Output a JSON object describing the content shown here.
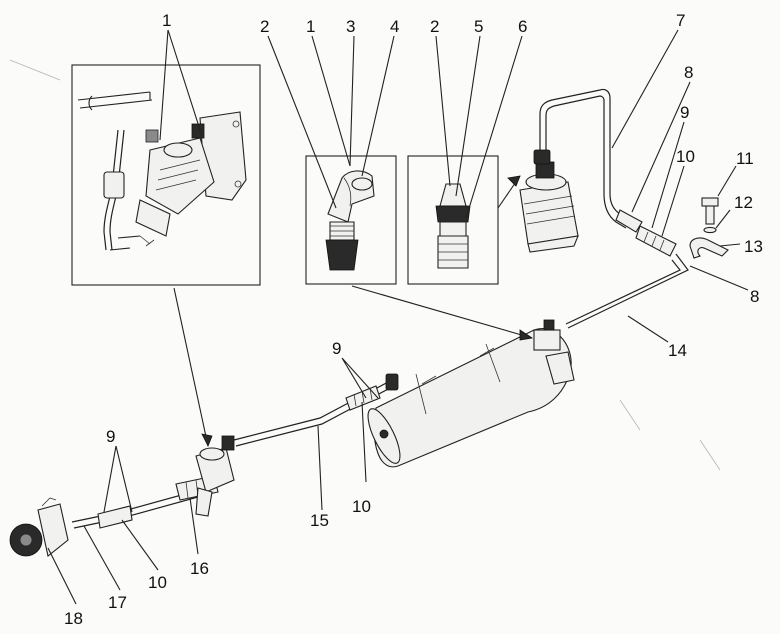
{
  "callouts": {
    "c1_top_left": "1",
    "c2_left": "2",
    "c1_mid": "1",
    "c3": "3",
    "c4": "4",
    "c2_right": "2",
    "c5": "5",
    "c6": "6",
    "c7": "7",
    "c8_upper": "8",
    "c9_upper": "9",
    "c10_upper": "10",
    "c11": "11",
    "c12": "12",
    "c13": "13",
    "c8_lower": "8",
    "c14": "14",
    "c9_center": "9",
    "c10_center": "10",
    "c15": "15",
    "c9_left": "9",
    "c16": "16",
    "c10_left": "10",
    "c17": "17",
    "c18": "18"
  }
}
